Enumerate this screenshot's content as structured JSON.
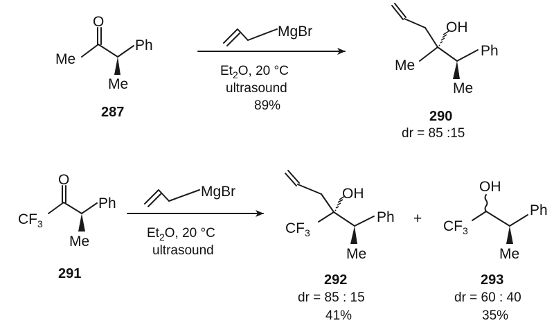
{
  "colors": {
    "ink": "#1a1a1a",
    "background": "#ffffff"
  },
  "scheme1": {
    "reactant": {
      "number": "287",
      "oxygen": "O",
      "methyl_left": "Me",
      "phenyl": "Ph",
      "methyl_bottom": "Me"
    },
    "arrow": {
      "reagent": "MgBr",
      "conditions_1": "Et",
      "conditions_1_sub": "2",
      "conditions_1_rest": "O, 20 °C",
      "conditions_2": "ultrasound",
      "yield": "89%"
    },
    "product": {
      "number": "290",
      "hydroxyl": "OH",
      "methyl_left": "Me",
      "phenyl": "Ph",
      "methyl_bottom": "Me",
      "dr": "dr = 85 :15"
    }
  },
  "scheme2": {
    "reactant": {
      "number": "291",
      "oxygen": "O",
      "cf3": "CF",
      "cf3_sub": "3",
      "phenyl": "Ph",
      "methyl_bottom": "Me"
    },
    "arrow": {
      "reagent": "MgBr",
      "conditions_1": "Et",
      "conditions_1_sub": "2",
      "conditions_1_rest": "O, 20 °C",
      "conditions_2": "ultrasound"
    },
    "plus": "+",
    "product_a": {
      "number": "292",
      "hydroxyl": "OH",
      "cf3": "CF",
      "cf3_sub": "3",
      "phenyl": "Ph",
      "methyl_bottom": "Me",
      "dr": "dr = 85 : 15",
      "yield": "41%"
    },
    "product_b": {
      "number": "293",
      "hydroxyl": "OH",
      "cf3": "CF",
      "cf3_sub": "3",
      "phenyl": "Ph",
      "methyl_bottom": "Me",
      "dr": "dr = 60 : 40",
      "yield": "35%"
    }
  }
}
